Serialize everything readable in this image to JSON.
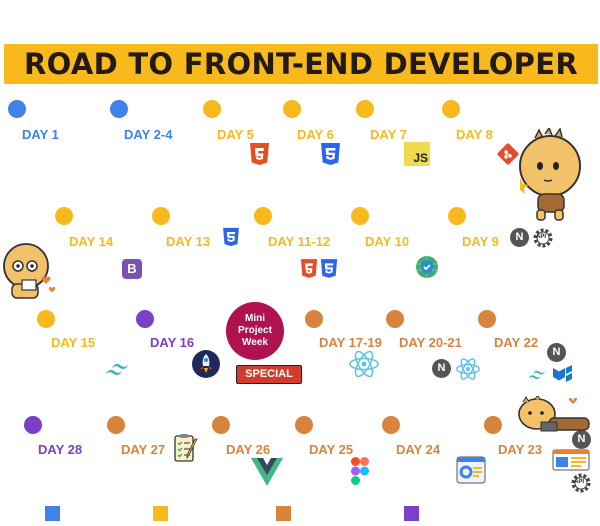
{
  "title": "ROAD TO FRONT-END DEVELOPER",
  "colors": {
    "banner": "#f7b91c",
    "blue": "#3f82e8",
    "yellow": "#f7b91c",
    "orange": "#d9843c",
    "purple": "#7b3fc8",
    "special": "#d23c2c",
    "mini_circle": "#b0124f"
  },
  "days": [
    {
      "label": "DAY 1",
      "color": "blue"
    },
    {
      "label": "DAY 2-4",
      "color": "blue"
    },
    {
      "label": "DAY 5",
      "color": "yellow",
      "icons": [
        "html5-icon"
      ]
    },
    {
      "label": "DAY 6",
      "color": "yellow",
      "icons": [
        "css3-icon"
      ]
    },
    {
      "label": "DAY 7",
      "color": "yellow",
      "icons": [
        "javascript-icon"
      ]
    },
    {
      "label": "DAY 8",
      "color": "yellow",
      "icons": [
        "git-icon"
      ]
    },
    {
      "label": "DAY 9",
      "color": "yellow",
      "icons": [
        "nodejs-icon",
        "api-gear-icon"
      ]
    },
    {
      "label": "DAY 10",
      "color": "yellow",
      "icons": [
        "globe-check-icon"
      ]
    },
    {
      "label": "DAY 11-12",
      "color": "yellow",
      "icons": [
        "html5-icon",
        "css3-icon"
      ]
    },
    {
      "label": "DAY 13",
      "color": "yellow",
      "icons": [
        "css3-icon"
      ]
    },
    {
      "label": "DAY 14",
      "color": "yellow",
      "icons": [
        "bootstrap-icon"
      ]
    },
    {
      "label": "DAY 15",
      "color": "yellow",
      "icons": [
        "tailwind-icon"
      ]
    },
    {
      "label": "DAY 16",
      "color": "purple",
      "icons": [
        "rocket-icon"
      ]
    },
    {
      "label": "DAY 17-19",
      "color": "orange",
      "icons": [
        "react-icon"
      ]
    },
    {
      "label": "DAY 20-21",
      "color": "orange",
      "icons": [
        "nodejs-icon",
        "react-icon"
      ]
    },
    {
      "label": "DAY 22",
      "color": "orange",
      "icons": [
        "nodejs-icon",
        "tailwind-icon",
        "mui-icon"
      ]
    },
    {
      "label": "DAY 23",
      "color": "orange",
      "icons": [
        "nodejs-icon",
        "web-window-icon",
        "api-gear-icon"
      ]
    },
    {
      "label": "DAY 24",
      "color": "orange",
      "icons": [
        "dashboard-icon"
      ]
    },
    {
      "label": "DAY 25",
      "color": "orange",
      "icons": [
        "figma-icon"
      ]
    },
    {
      "label": "DAY 26",
      "color": "orange",
      "icons": [
        "vue-icon"
      ]
    },
    {
      "label": "DAY 27",
      "color": "orange",
      "icons": [
        "checklist-icon"
      ]
    },
    {
      "label": "DAY 28",
      "color": "purple"
    }
  ],
  "special": {
    "circle_text": "Mini Project Week",
    "label": "SPECIAL"
  },
  "icon_text": {
    "js": "JS",
    "bootstrap": "B",
    "node": "N",
    "api": "API"
  },
  "legend": [
    {
      "color": "blue"
    },
    {
      "color": "yellow"
    },
    {
      "color": "orange"
    },
    {
      "color": "purple"
    }
  ]
}
